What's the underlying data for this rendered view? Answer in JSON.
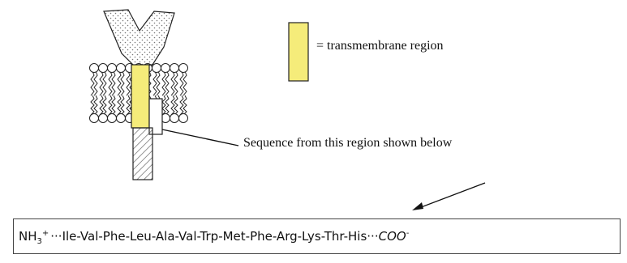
{
  "legend": {
    "swatch_color": "#f5ec7a",
    "text": "= transmembrane region"
  },
  "callout": {
    "text": "Sequence from this region shown below"
  },
  "sequence": {
    "n_terminus": "NH",
    "n_subscript": "3",
    "n_charge": "+",
    "residues": "···Ile-Val-Phe-Leu-Ala-Val-Trp-Met-Phe-Arg-Lys-Thr-His···",
    "c_terminus": "COO",
    "c_charge": "-"
  }
}
